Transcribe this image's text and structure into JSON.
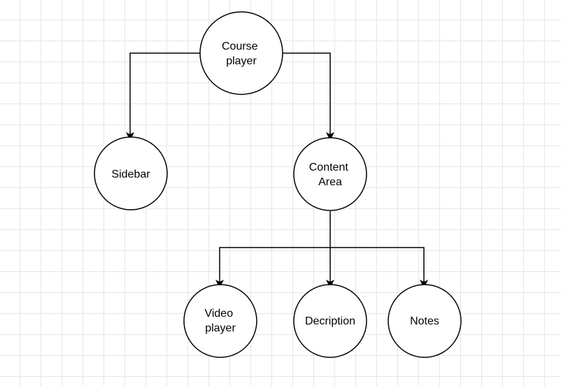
{
  "diagram": {
    "colors": {
      "stroke": "#000000",
      "node_fill": "#ffffff",
      "grid": "#e6e6e6",
      "background": "#ffffff"
    },
    "nodes": {
      "course_player": {
        "line1": "Course",
        "line2": "player"
      },
      "sidebar": {
        "line1": "Sidebar"
      },
      "content_area": {
        "line1": "Content",
        "line2": "Area"
      },
      "video_player": {
        "line1": "Video",
        "line2": "player"
      },
      "description": {
        "line1": "Decription"
      },
      "notes": {
        "line1": "Notes"
      }
    },
    "edges": [
      {
        "from": "Course player",
        "to": "Sidebar"
      },
      {
        "from": "Course player",
        "to": "Content Area"
      },
      {
        "from": "Content Area",
        "to": "Video player"
      },
      {
        "from": "Content Area",
        "to": "Decription"
      },
      {
        "from": "Content Area",
        "to": "Notes"
      }
    ]
  }
}
